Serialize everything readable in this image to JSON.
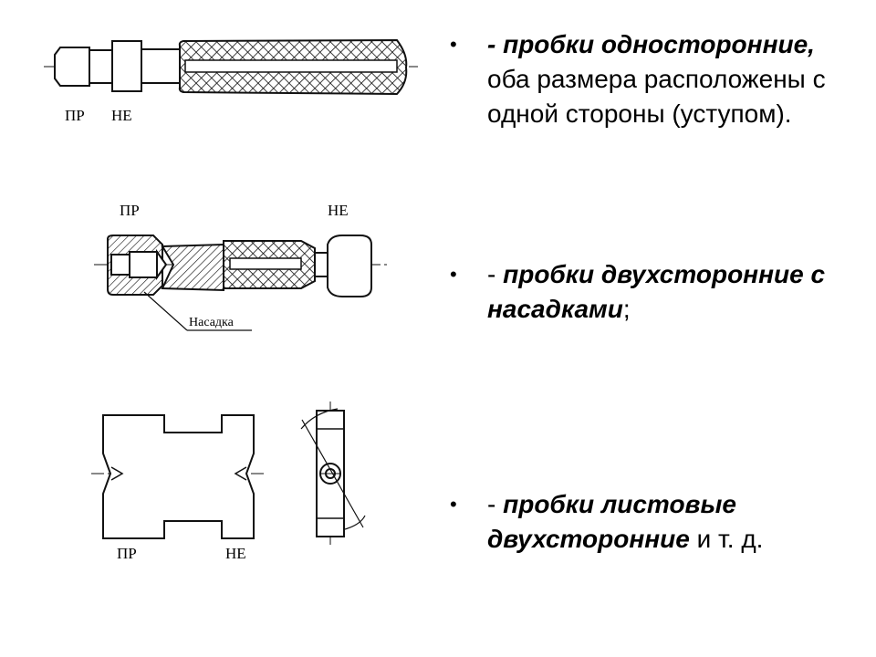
{
  "figure_labels": {
    "plug1_pr": "ПР",
    "plug1_ne": "НЕ",
    "plug2_pr": "ПР",
    "plug2_ne": "НЕ",
    "plug2_nozzle": "Насадка",
    "plug3_pr": "ПР",
    "plug3_ne": "НЕ"
  },
  "bullets": [
    {
      "marker": "•",
      "bold_italic": "- пробки односторонние,",
      "after": " оба размера расположены с одной стороны (уступом)."
    },
    {
      "marker": "•",
      "before": "- ",
      "bold_italic": "пробки двухсторонние с насадками",
      "after": ";"
    },
    {
      "marker": "•",
      "before": "- ",
      "bold_italic": "пробки листовые двухсторонние",
      "after": " и т. д."
    }
  ]
}
